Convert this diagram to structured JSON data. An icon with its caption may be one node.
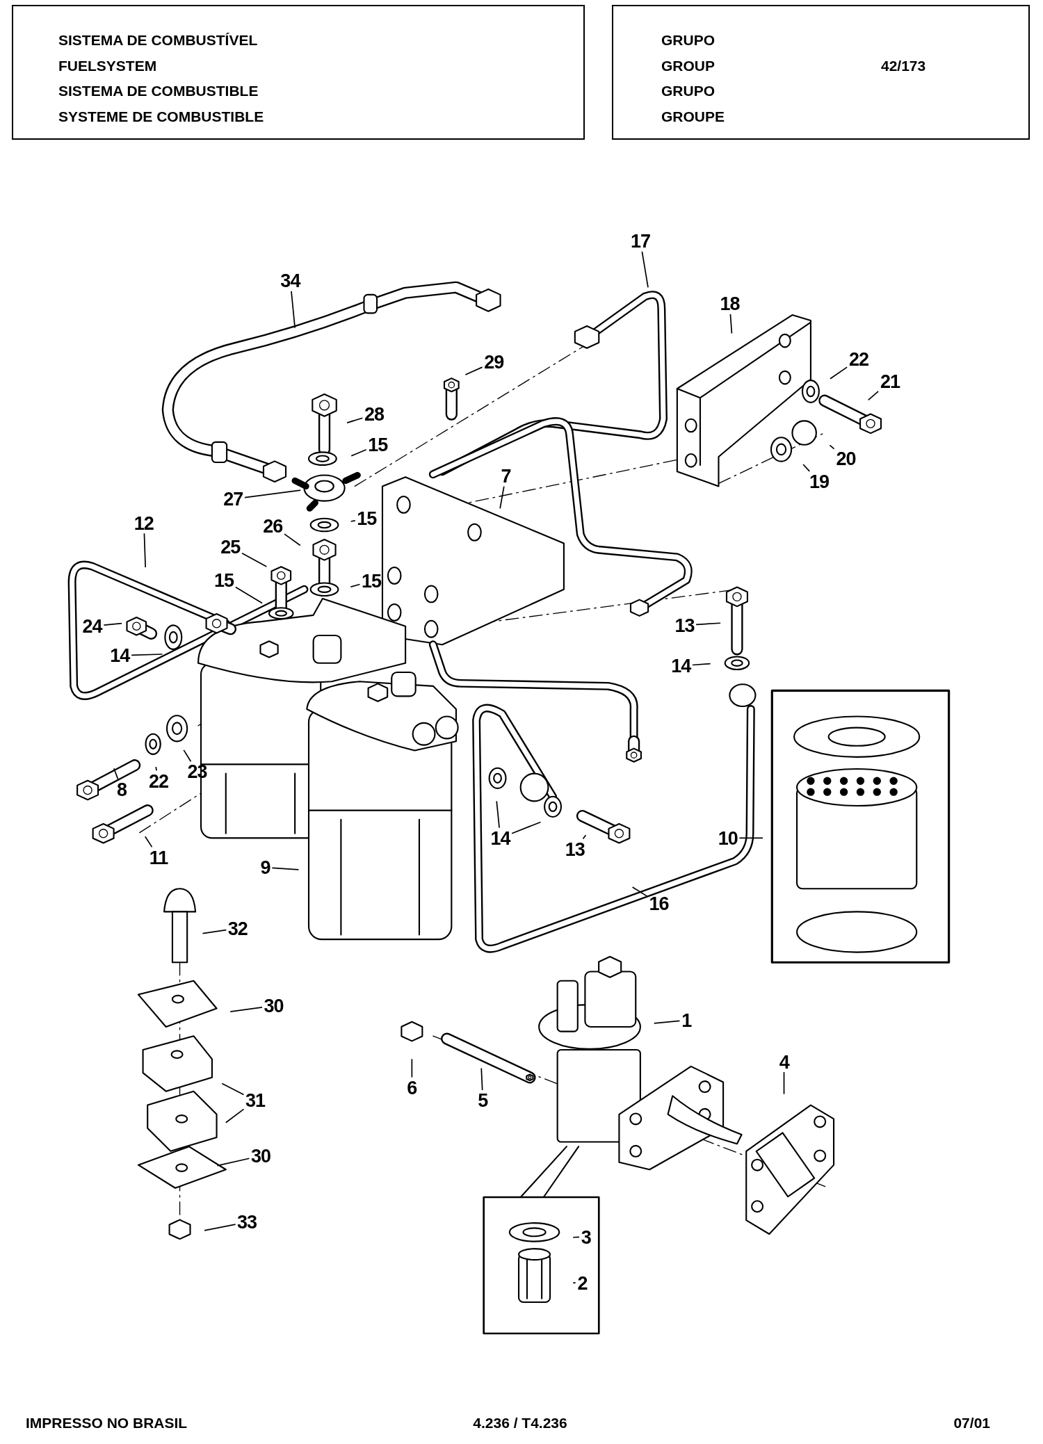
{
  "diagram": {
    "nodes": [
      {
        "text": [
          "SISTEMA DE COMBUSTÍVEL",
          "FUELSYSTEM",
          "SISTEMA DE COMBUSTIBLE",
          "SYSTEME DE COMBUSTIBLE"
        ]
      },
      {
        "text": [
          "GRUPO",
          "GROUP",
          "GRUPO",
          "GROUPE",
          "42/173"
        ]
      },
      {
        "text": [
          "17"
        ]
      },
      {
        "text": [
          "34"
        ]
      },
      {
        "text": [
          "18"
        ]
      },
      {
        "text": [
          "22"
        ]
      },
      {
        "text": [
          "29"
        ]
      },
      {
        "text": [
          "21"
        ]
      },
      {
        "text": [
          "28"
        ]
      },
      {
        "text": [
          "15"
        ]
      },
      {
        "text": [
          "20"
        ]
      },
      {
        "text": [
          "7"
        ]
      },
      {
        "text": [
          "19"
        ]
      },
      {
        "text": [
          "27"
        ]
      },
      {
        "text": [
          "15"
        ]
      },
      {
        "text": [
          "12"
        ]
      },
      {
        "text": [
          "26"
        ]
      },
      {
        "text": [
          "25"
        ]
      },
      {
        "text": [
          "15"
        ]
      },
      {
        "text": [
          "15"
        ]
      },
      {
        "text": [
          "13"
        ]
      },
      {
        "text": [
          "24"
        ]
      },
      {
        "text": [
          "14"
        ]
      },
      {
        "text": [
          "14"
        ]
      },
      {
        "text": [
          "23"
        ]
      },
      {
        "text": [
          "22"
        ]
      },
      {
        "text": [
          "8"
        ]
      },
      {
        "text": [
          "10"
        ]
      },
      {
        "text": [
          "14"
        ]
      },
      {
        "text": [
          "13"
        ]
      },
      {
        "text": [
          "11"
        ]
      },
      {
        "text": [
          "9"
        ]
      },
      {
        "text": [
          "16"
        ]
      },
      {
        "text": [
          "32"
        ]
      },
      {
        "text": [
          "30"
        ]
      },
      {
        "text": [
          "1"
        ]
      },
      {
        "text": [
          "4"
        ]
      },
      {
        "text": [
          "6"
        ]
      },
      {
        "text": [
          "31"
        ]
      },
      {
        "text": [
          "5"
        ]
      },
      {
        "text": [
          "30"
        ]
      },
      {
        "text": [
          "33"
        ]
      },
      {
        "text": [
          "3"
        ]
      },
      {
        "text": [
          "2"
        ]
      }
    ],
    "edges": [
      {
        "from": 2,
        "to": null,
        "arrow": "none"
      },
      {
        "from": 3,
        "to": null,
        "arrow": "none"
      },
      {
        "from": 4,
        "to": null,
        "arrow": "none"
      },
      {
        "from": 5,
        "to": null,
        "arrow": "none"
      },
      {
        "from": 6,
        "to": null,
        "arrow": "none"
      },
      {
        "from": 7,
        "to": null,
        "arrow": "none"
      },
      {
        "from": 8,
        "to": null,
        "arrow": "none"
      },
      {
        "from": 9,
        "to": null,
        "arrow": "none"
      },
      {
        "from": 10,
        "to": null,
        "arrow": "none"
      },
      {
        "from": 11,
        "to": null,
        "arrow": "none"
      },
      {
        "from": 12,
        "to": null,
        "arrow": "none"
      },
      {
        "from": 13,
        "to": null,
        "arrow": "none"
      },
      {
        "from": 14,
        "to": null,
        "arrow": "none"
      },
      {
        "from": 15,
        "to": null,
        "arrow": "none"
      },
      {
        "from": 16,
        "to": null,
        "arrow": "none"
      },
      {
        "from": 17,
        "to": null,
        "arrow": "none"
      },
      {
        "from": 18,
        "to": null,
        "arrow": "none"
      },
      {
        "from": 19,
        "to": null,
        "arrow": "none"
      },
      {
        "from": 20,
        "to": null,
        "arrow": "none"
      },
      {
        "from": 21,
        "to": null,
        "arrow": "none"
      },
      {
        "from": 22,
        "to": null,
        "arrow": "none"
      },
      {
        "from": 23,
        "to": null,
        "arrow": "none"
      },
      {
        "from": 24,
        "to": null,
        "arrow": "none"
      },
      {
        "from": 25,
        "to": null,
        "arrow": "none"
      },
      {
        "from": 26,
        "to": null,
        "arrow": "none"
      },
      {
        "from": 27,
        "to": null,
        "arrow": "none"
      },
      {
        "from": 28,
        "to": null,
        "arrow": "none"
      },
      {
        "from": 28,
        "to": null,
        "arrow": "none"
      },
      {
        "from": 29,
        "to": null,
        "arrow": "none"
      },
      {
        "from": 30,
        "to": null,
        "arrow": "none"
      },
      {
        "from": 31,
        "to": null,
        "arrow": "none"
      },
      {
        "from": 32,
        "to": null,
        "arrow": "none"
      },
      {
        "from": 33,
        "to": null,
        "arrow": "none"
      },
      {
        "from": 34,
        "to": null,
        "arrow": "none"
      },
      {
        "from": 35,
        "to": null,
        "arrow": "none"
      },
      {
        "from": 36,
        "to": null,
        "arrow": "none"
      },
      {
        "from": 37,
        "to": null,
        "arrow": "none"
      },
      {
        "from": 38,
        "to": null,
        "arrow": "none"
      },
      {
        "from": 38,
        "to": null,
        "arrow": "none"
      },
      {
        "from": 39,
        "to": null,
        "arrow": "none"
      },
      {
        "from": 40,
        "to": null,
        "arrow": "none"
      },
      {
        "from": 41,
        "to": null,
        "arrow": "none"
      },
      {
        "from": 42,
        "to": null,
        "arrow": "none"
      },
      {
        "from": 43,
        "to": null,
        "arrow": "none"
      }
    ],
    "labels": [
      "IMPRESSO NO BRASIL",
      "4.236 / T4.236",
      "07/01"
    ]
  }
}
